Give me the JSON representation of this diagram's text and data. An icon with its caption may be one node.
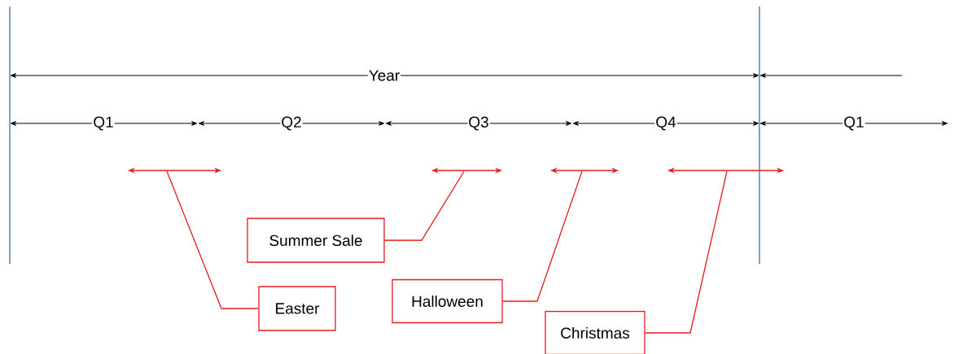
{
  "diagram": {
    "nodes": [
      {
        "text": [],
        "shape": "arrow"
      },
      {
        "text": [],
        "shape": "arrow"
      },
      {
        "text": [],
        "shape": "arrow"
      },
      {
        "text": [],
        "shape": "arrow"
      },
      {
        "text": [
          "Summer Sale"
        ]
      },
      {
        "text": [
          "Halloween"
        ]
      },
      {
        "text": [
          "Easter"
        ]
      },
      {
        "text": [
          "Christmas"
        ]
      }
    ],
    "edges": [
      {
        "from": 4,
        "to": 1,
        "arrow": "none"
      },
      {
        "from": 5,
        "to": 2,
        "arrow": "none"
      },
      {
        "from": 6,
        "to": 0,
        "arrow": "none"
      },
      {
        "from": 7,
        "to": 3,
        "arrow": "none"
      }
    ],
    "labels": [
      "Year",
      "Q1",
      "Q2",
      "Q3",
      "Q4",
      "Q1"
    ]
  }
}
